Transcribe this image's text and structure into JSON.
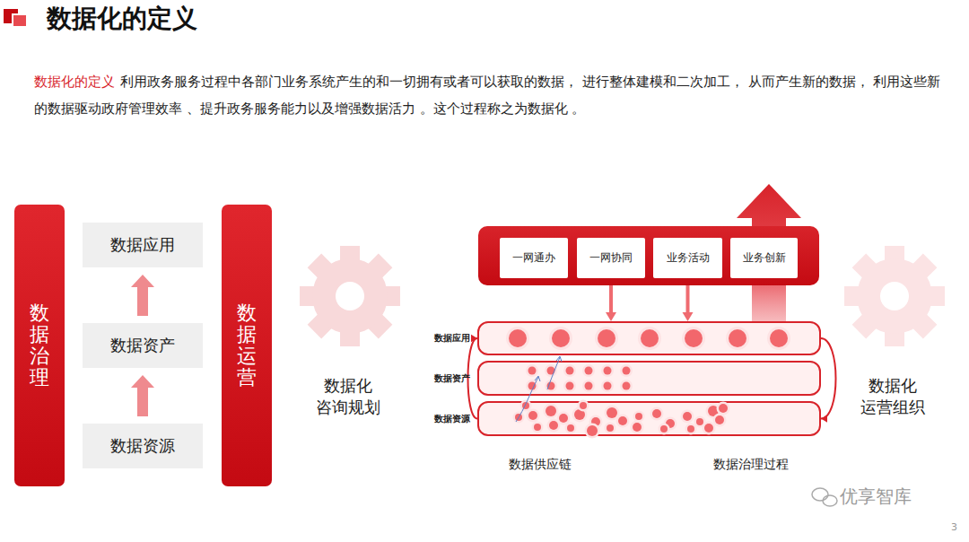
{
  "diagram": {
    "title": "数据化的定义",
    "nodes": [
      {
        "text": [
          "数据治理"
        ]
      },
      {
        "text": [
          "数据应用"
        ]
      },
      {
        "text": [
          "数据资产"
        ]
      },
      {
        "text": [
          "数据资源"
        ]
      },
      {
        "text": [
          "数据运营"
        ]
      },
      {
        "text": [
          "一网通办"
        ]
      },
      {
        "text": [
          "一网协同"
        ]
      },
      {
        "text": [
          "业务活动"
        ]
      },
      {
        "text": [
          "业务创新"
        ]
      },
      {
        "text": [
          "数据应用"
        ]
      },
      {
        "text": [
          "数据资产"
        ]
      },
      {
        "text": [
          "数据资源"
        ]
      }
    ],
    "edges": [
      {
        "from": 3,
        "to": 2,
        "arrow": "to"
      },
      {
        "from": 2,
        "to": 1,
        "arrow": "to"
      },
      {
        "from": 6,
        "to": 9,
        "arrow": "to"
      },
      {
        "from": 7,
        "to": 9,
        "arrow": "to"
      },
      {
        "from": 11,
        "to": 9,
        "arrow": "to"
      },
      {
        "from": 9,
        "to": 11,
        "arrow": "to"
      }
    ],
    "labels": [
      "数据化的定义",
      "利用政务服务过程中各部门业务系统产生的和一切拥有或者可以获取的数据， 进行整体建模和二次加工， 从而产生新的数据， 利用这些新的数据驱动政府管理效率 、提升政务服务能力以及增强数据活力 。这个过程称之为数据化 。",
      "数据化 咨询规划",
      "数据化 运营组织",
      "数据供应链",
      "数据治理过程",
      "优享智库",
      "3"
    ]
  }
}
